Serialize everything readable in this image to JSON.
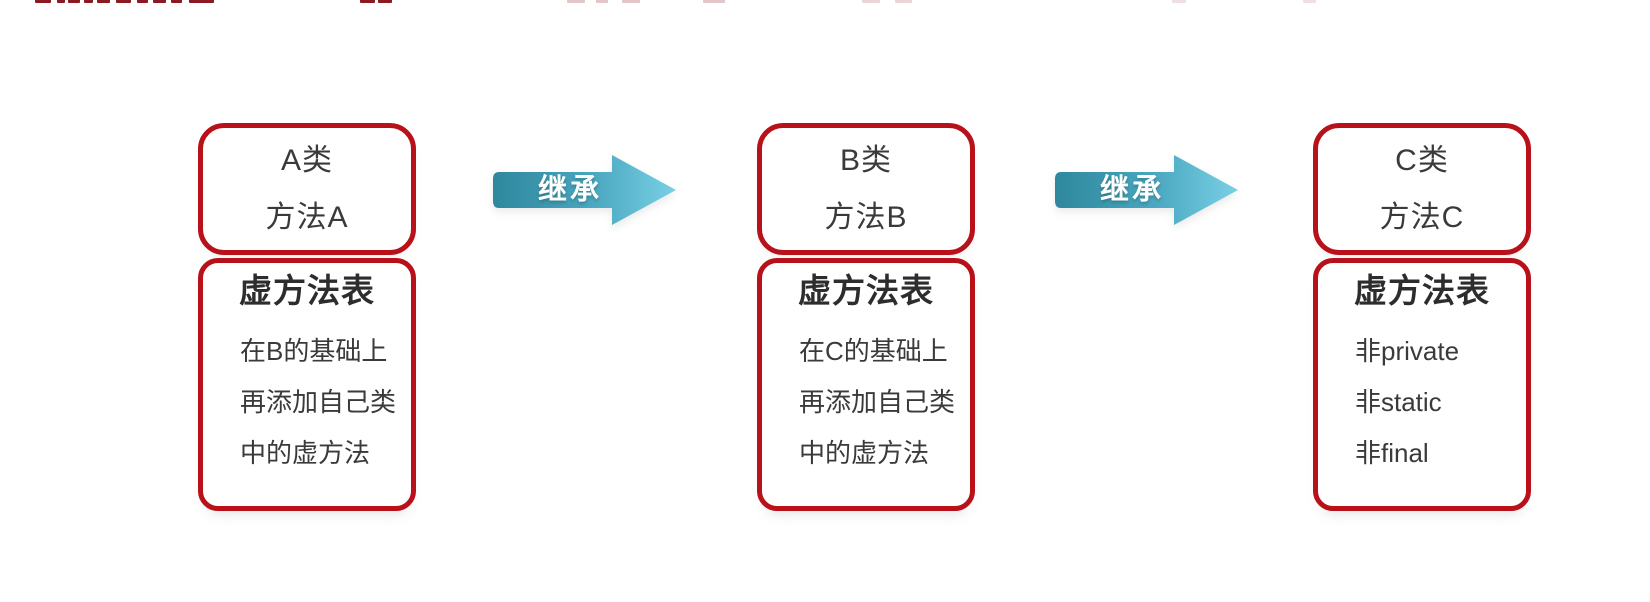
{
  "colors": {
    "box_border": "#b8111a",
    "class_text": "#3a3a3a",
    "vtable_title_text": "#2d2d2d",
    "vtable_line_text": "#3a3a3a",
    "arrow_grad_start": "#2e879d",
    "arrow_grad_mid": "#4aa8c0",
    "arrow_grad_end": "#79d0e5",
    "arrow_label_text": "#ffffff",
    "cropped_mark": "#8c1a22"
  },
  "classes": [
    {
      "name": "A类",
      "method": "方法A",
      "vtable_title": "虚方法表",
      "vtable_lines": [
        "在B的基础上",
        "再添加自己类",
        "中的虚方法"
      ]
    },
    {
      "name": "B类",
      "method": "方法B",
      "vtable_title": "虚方法表",
      "vtable_lines": [
        "在C的基础上",
        "再添加自己类",
        "中的虚方法"
      ]
    },
    {
      "name": "C类",
      "method": "方法C",
      "vtable_title": "虚方法表",
      "vtable_lines": [
        "非private",
        "非static",
        "非final"
      ]
    }
  ],
  "arrows": [
    {
      "label": "继承"
    },
    {
      "label": "继承"
    }
  ]
}
